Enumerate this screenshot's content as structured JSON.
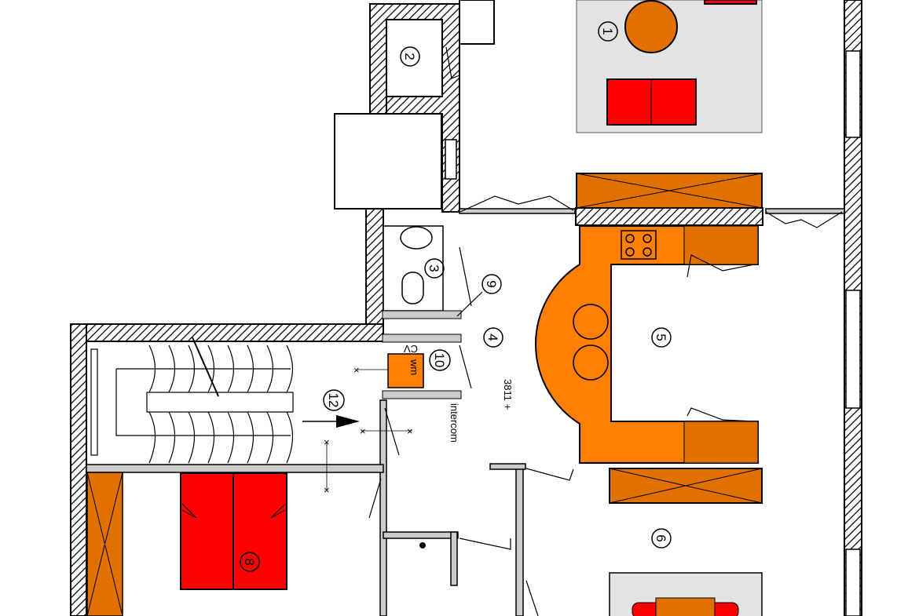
{
  "title": "Apartment floor plan",
  "room_labels": {
    "r1": "1",
    "r2": "2",
    "r3": "3",
    "r4": "4",
    "r5": "5",
    "r6": "6",
    "r8": "8",
    "r9": "9",
    "r10": "10",
    "r12": "12"
  },
  "annotations": {
    "cv": "CV",
    "wm": "wm",
    "elevation": "3811 +",
    "intercom": "intercom"
  },
  "colors": {
    "orange": "#FF8000",
    "dark_orange": "#E07000",
    "red": "#FF0000",
    "rug_gray": "#E3E3E3",
    "wall_gray": "#CCCCCC"
  }
}
